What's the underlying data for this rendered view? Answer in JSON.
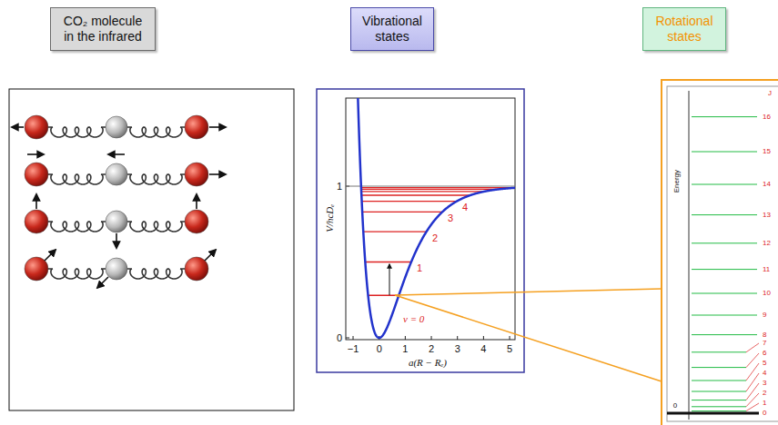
{
  "diagram": {
    "nodes": [
      {
        "text": [
          "CO₂ molecule in the infrared"
        ]
      },
      {
        "text": [
          "Vibrational states"
        ]
      },
      {
        "text": [
          "Rotational states"
        ]
      }
    ],
    "labels": [
      "V/hcDₑ",
      "1",
      "0",
      "−1",
      "0",
      "1",
      "2",
      "3",
      "4",
      "5",
      "a(R − Rₑ)",
      "v = 0",
      "1",
      "2",
      "3",
      "4",
      "Energy",
      "J",
      "16",
      "15",
      "14",
      "13",
      "12",
      "11",
      "10",
      "9",
      "8",
      "7",
      "6",
      "5",
      "4",
      "3",
      "2",
      "1",
      "0",
      "0"
    ]
  }
}
